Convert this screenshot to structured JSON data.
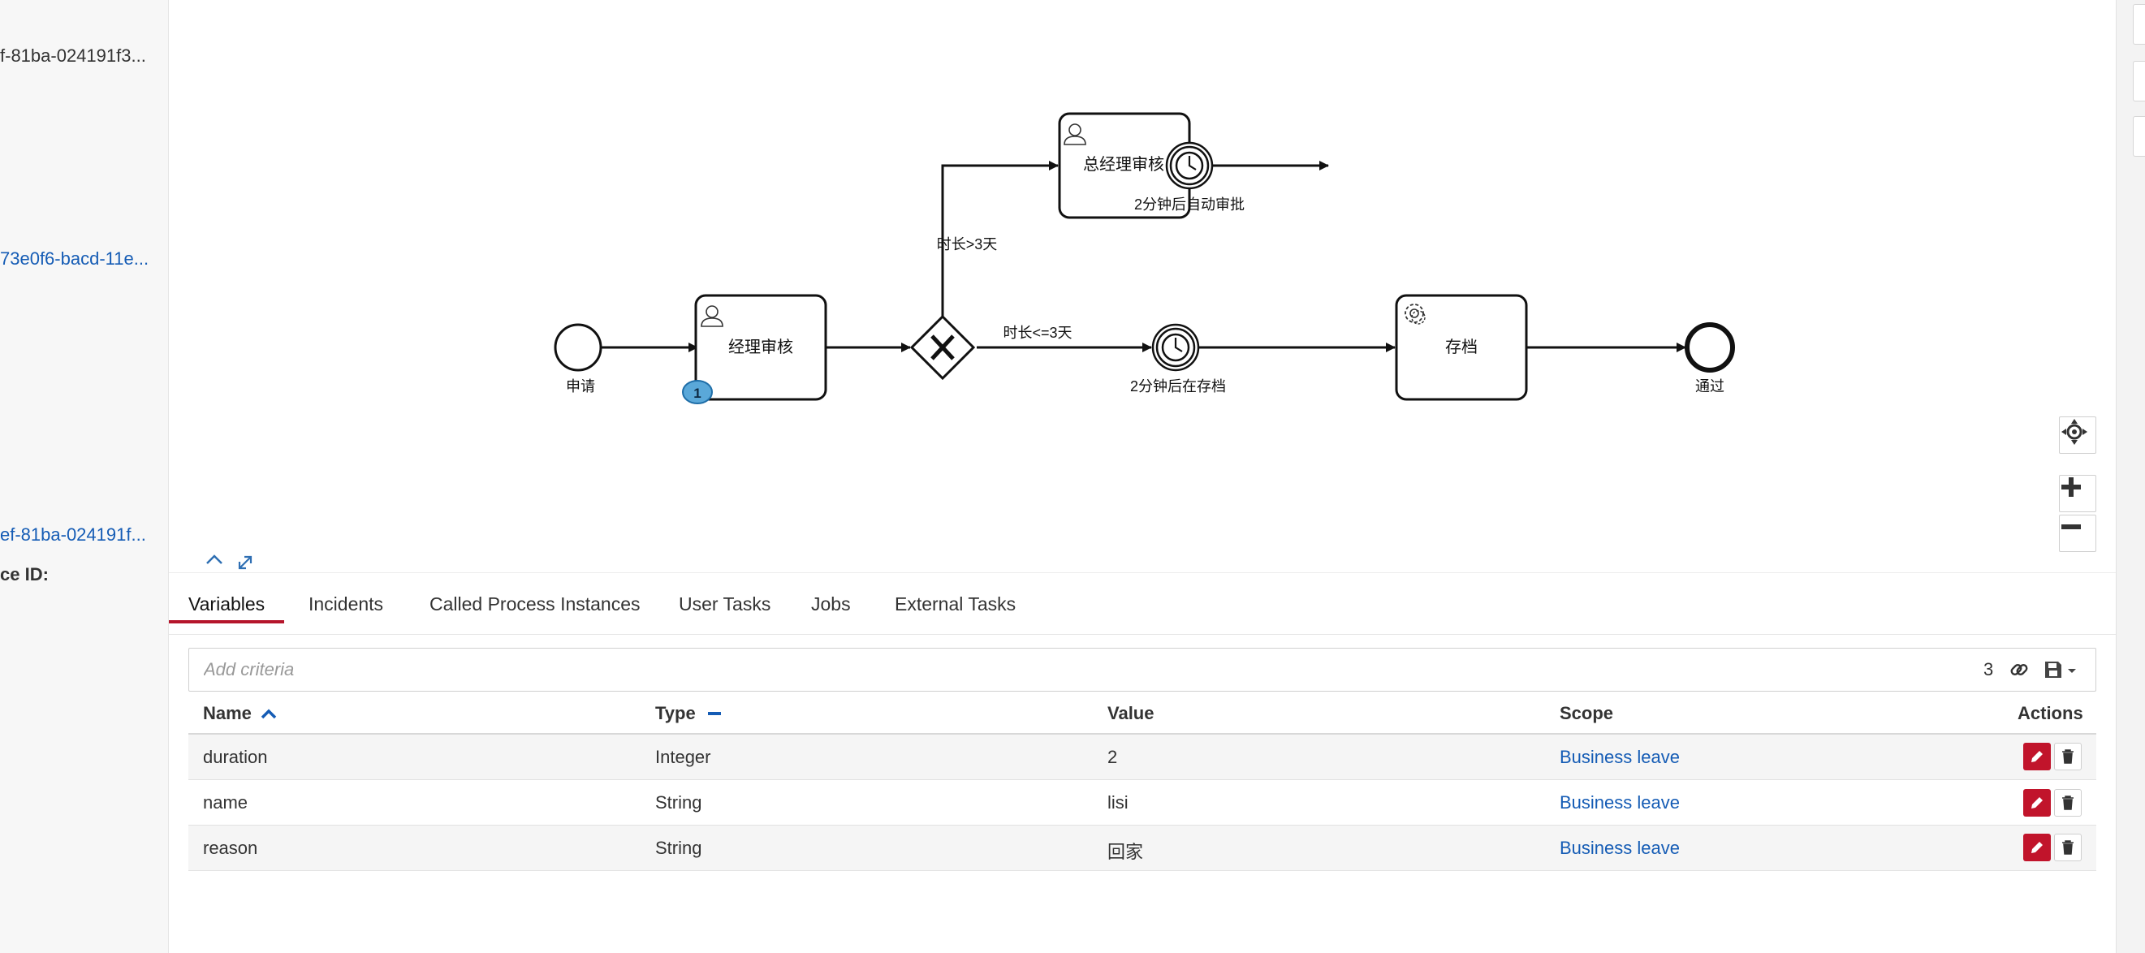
{
  "sidebar": {
    "items": [
      {
        "text": "f-81ba-024191f3...",
        "kind": "text"
      },
      {
        "text": "73e0f6-bacd-11e...",
        "kind": "link"
      },
      {
        "text": "ef-81ba-024191f...",
        "kind": "link"
      },
      {
        "text": "ce ID:",
        "kind": "label"
      }
    ]
  },
  "diagram": {
    "start_label": "申请",
    "task_manager": "经理审核",
    "task_gm": "总经理审核",
    "task_archive": "存档",
    "end_label": "通过",
    "timer_gm_label": "2分钟后自动审批",
    "timer_archive_label": "2分钟后在存档",
    "flow_gt3": "时长>3天",
    "flow_le3": "时长<=3天",
    "instance_badge": "1"
  },
  "tabs": [
    {
      "label": "Variables",
      "active": true
    },
    {
      "label": "Incidents",
      "active": false
    },
    {
      "label": "Called Process Instances",
      "active": false
    },
    {
      "label": "User Tasks",
      "active": false
    },
    {
      "label": "Jobs",
      "active": false
    },
    {
      "label": "External Tasks",
      "active": false
    }
  ],
  "search": {
    "placeholder": "Add criteria",
    "count": "3"
  },
  "table": {
    "columns": [
      "Name",
      "Type",
      "Value",
      "Scope",
      "Actions"
    ],
    "rows": [
      {
        "name": "duration",
        "type": "Integer",
        "value": "2",
        "scope": "Business leave"
      },
      {
        "name": "name",
        "type": "String",
        "value": "lisi",
        "scope": "Business leave"
      },
      {
        "name": "reason",
        "type": "String",
        "value": "回家",
        "scope": "Business leave"
      }
    ]
  },
  "colors": {
    "accent": "#b5152b",
    "link": "#155cb5",
    "badge": "#5aa8d9"
  }
}
